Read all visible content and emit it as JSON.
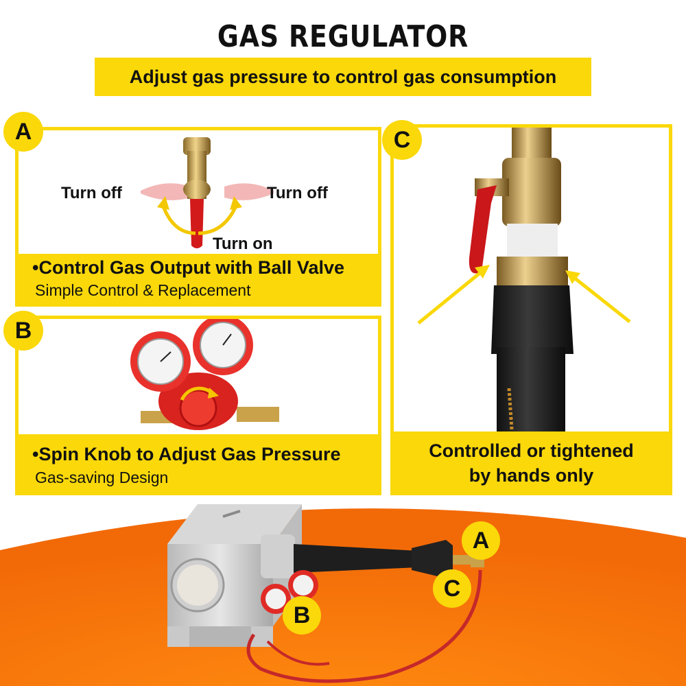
{
  "header": {
    "title": "GAS REGULATOR",
    "subtitle": "Adjust gas pressure to control gas consumption"
  },
  "panel_a": {
    "badge": "A",
    "label_left": "Turn off",
    "label_right": "Turn off",
    "label_bottom": "Turn on",
    "title": "•Control Gas Output with Ball Valve",
    "subtitle": "Simple Control & Replacement"
  },
  "panel_b": {
    "badge": "B",
    "title": "•Spin Knob to Adjust Gas Pressure",
    "subtitle": "Gas-saving Design"
  },
  "panel_c": {
    "badge": "C",
    "caption_line1": "Controlled or tightened",
    "caption_line2": "by hands only"
  },
  "product": {
    "badge_a": "A",
    "badge_b": "B",
    "badge_c": "C"
  },
  "colors": {
    "accent_yellow": "#fad80a",
    "background_orange": "#f47a0c",
    "text": "#111111"
  },
  "icons": {
    "ball_valve": "ball-valve-icon",
    "rotation_arrows": "rotation-arrows-icon",
    "regulator": "pressure-regulator-icon",
    "pointer_arrows": "pointer-arrow-icon"
  }
}
